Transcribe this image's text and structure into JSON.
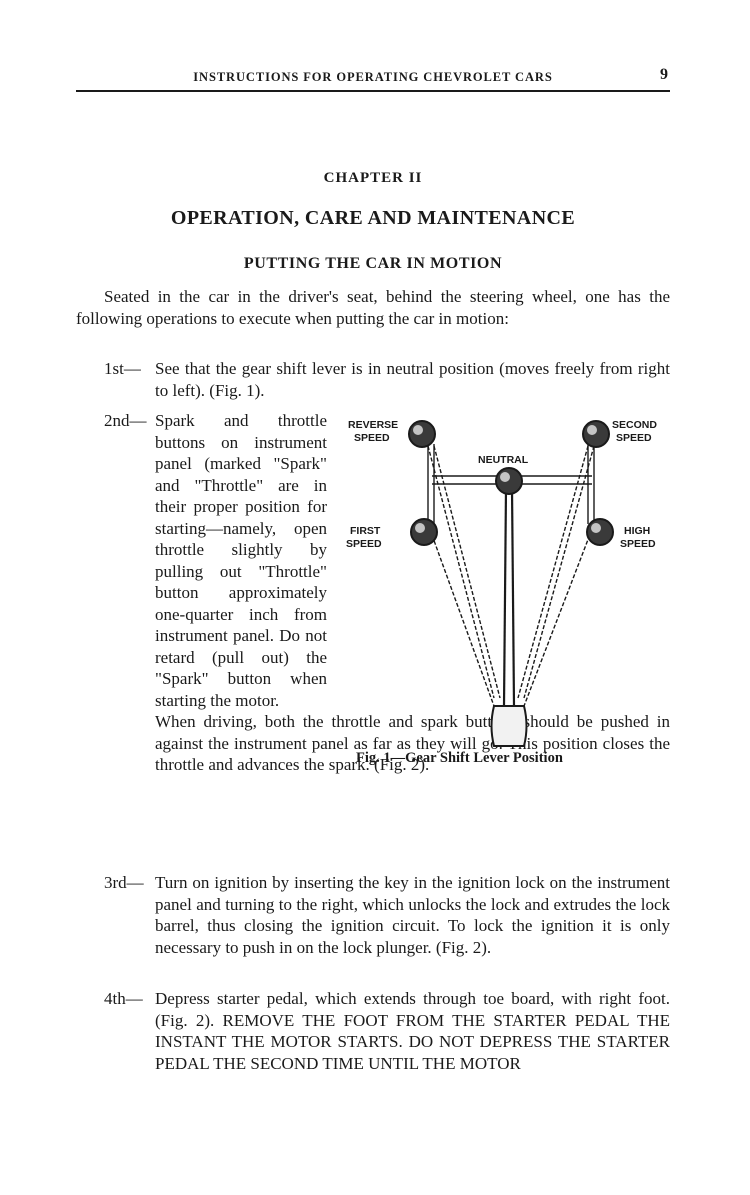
{
  "header": {
    "running_title": "INSTRUCTIONS FOR OPERATING CHEVROLET CARS",
    "page_number": "9"
  },
  "chapter": "CHAPTER II",
  "title": "OPERATION, CARE AND MAINTENANCE",
  "subtitle": "PUTTING THE CAR IN MOTION",
  "intro": "Seated in the car in the driver's seat, behind the steering wheel, one has the following operations to execute when putting the car in motion:",
  "steps": [
    {
      "label": "1st—",
      "text": "See that the gear shift lever is in neutral position (moves freely from right to left). (Fig. 1)."
    },
    {
      "label": "2nd—",
      "text_wrapped": "Spark and throttle buttons on instrument panel (marked \"Spark\" and \"Throttle\" are in their proper position for starting—namely, open throttle slightly by pulling out \"Throttle\" button approximately one-quarter inch from instrument panel. Do not retard (pull out) the \"Spark\" button when starting the motor.",
      "text_full": "When driving, both the throttle and spark buttons should be pushed in against the instrument panel as far as they will go. This position closes the throttle and advances the spark. (Fig. 2)."
    },
    {
      "label": "3rd—",
      "text": "Turn on ignition by inserting the key in the ignition lock on the instrument panel and turning to the right, which unlocks the lock and extrudes the lock barrel, thus closing the ignition circuit. To lock the ignition it is only necessary to push in on the lock plunger. (Fig. 2)."
    },
    {
      "label": "4th—",
      "text": "Depress starter pedal, which extends through toe board, with right foot. (Fig. 2). REMOVE THE FOOT FROM THE STARTER PEDAL THE INSTANT THE MOTOR STARTS. DO NOT DEPRESS THE STARTER PEDAL THE SECOND TIME UNTIL THE MOTOR"
    }
  ],
  "figure": {
    "labels": {
      "reverse_1": "REVERSE",
      "reverse_2": "SPEED",
      "second_1": "SECOND",
      "second_2": "SPEED",
      "neutral": "NEUTRAL",
      "first_1": "FIRST",
      "first_2": "SPEED",
      "high_1": "HIGH",
      "high_2": "SPEED"
    },
    "caption": "Fig. 1—Gear Shift Lever Position"
  }
}
